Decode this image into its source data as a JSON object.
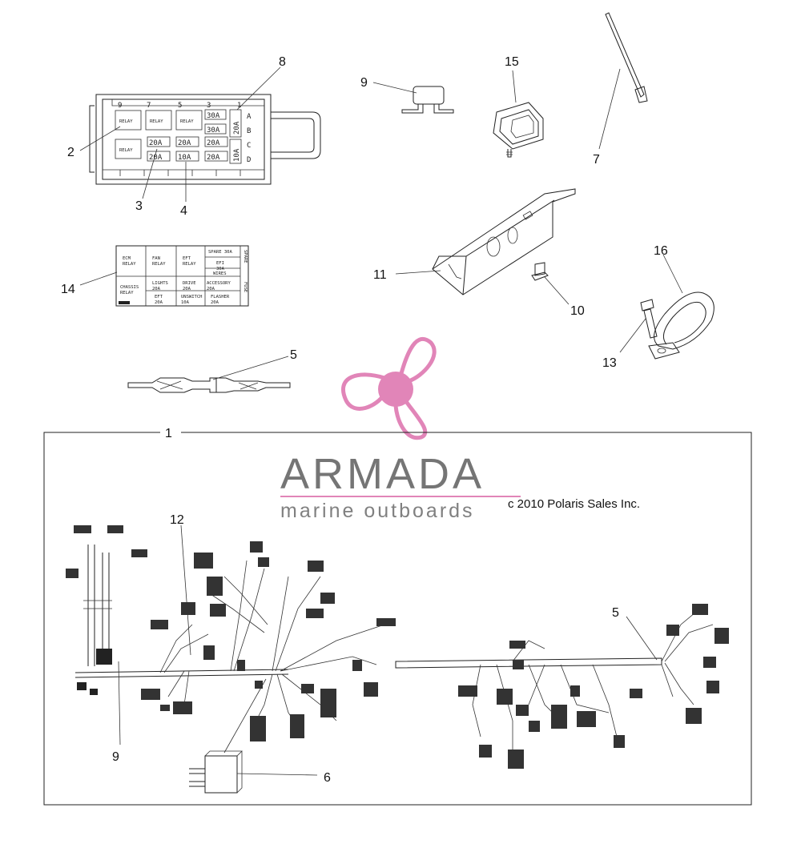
{
  "callouts": {
    "c1": "1",
    "c2": "2",
    "c3": "3",
    "c4": "4",
    "c5a": "5",
    "c5b": "5",
    "c6": "6",
    "c7": "7",
    "c8": "8",
    "c9a": "9",
    "c9b": "9",
    "c10": "10",
    "c11": "11",
    "c12": "12",
    "c13": "13",
    "c14": "14",
    "c15": "15",
    "c16": "16"
  },
  "fuse_box": {
    "slot_numbers": [
      "9",
      "7",
      "5",
      "3",
      "1"
    ],
    "row_letters": [
      "A",
      "B",
      "C",
      "D"
    ],
    "relays": [
      "RELAY",
      "RELAY",
      "RELAY",
      "RELAY"
    ],
    "fuses": {
      "a": "30A",
      "b": "30A",
      "side1": "20A",
      "side2": "10A",
      "r1": "20A",
      "r2": "20A",
      "r3": "20A",
      "r4": "20A",
      "r5": "10A",
      "r6": "20A"
    }
  },
  "fuse_label": {
    "cells": {
      "ecm": "ECM\nRELAY",
      "fan": "FAN\nRELAY",
      "eft": "EFT\nRELAY",
      "spare": "SPARE 30A",
      "efi": "EFI\n30A",
      "wires": "WIRES",
      "chassis": "CHASSIS\nRELAY",
      "lights": "LIGHTS\n20A",
      "drive": "DRIVE\n20A",
      "accessory": "ACCESSORY\n20A",
      "eft20": "EFT\n20A",
      "unswitch": "UNSWITCH\n10A",
      "flasher": "FLASHER\n20A",
      "spare_side": "SPARE",
      "fuse_side": "FUSE"
    }
  },
  "watermark": {
    "brand": "ARMADA",
    "subtitle": "marine outboards",
    "brand_color": "#6e6e6e",
    "accent_color": "#e07fb5"
  },
  "copyright": "c 2010 Polaris Sales Inc."
}
